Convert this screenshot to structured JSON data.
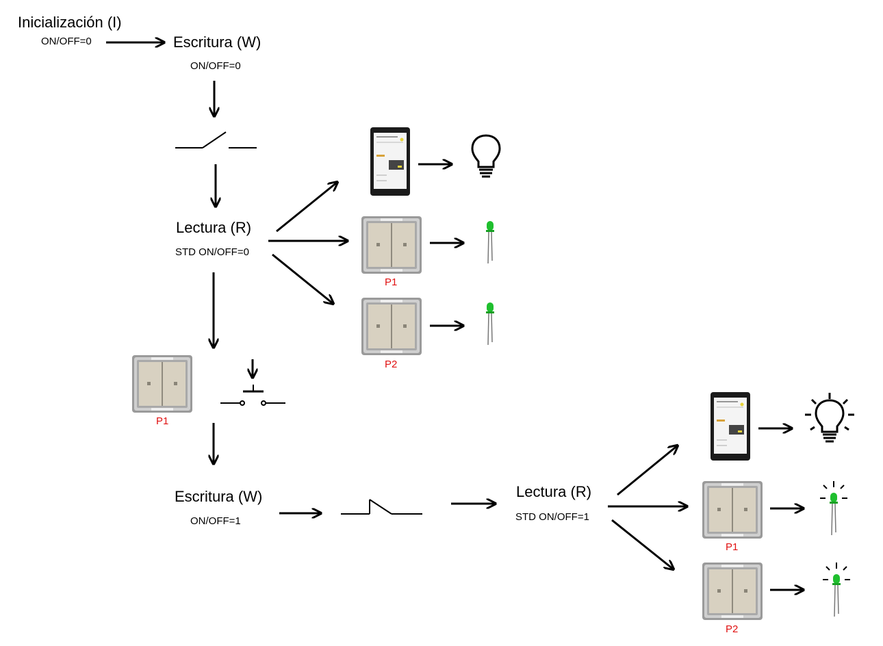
{
  "labels": {
    "init_title": "Inicialización (I)",
    "init_value": "ON/OFF=0",
    "write1_title": "Escritura (W)",
    "write1_value": "ON/OFF=0",
    "read1_title": "Lectura (R)",
    "read1_value": "STD ON/OFF=0",
    "p1_top": "P1",
    "p2_top": "P2",
    "p1_left": "P1",
    "write2_title": "Escritura (W)",
    "write2_value": "ON/OFF=1",
    "read2_title": "Lectura (R)",
    "read2_value": "STD ON/OFF=1",
    "p1_bottom": "P1",
    "p2_bottom": "P2"
  },
  "colors": {
    "ink": "#000000",
    "switch_face": "#d6cfbe",
    "switch_frame": "#8a8a8a",
    "led": "#1fbf2e",
    "label_red": "#e01010",
    "panel": "#1b1b1b"
  },
  "icons": [
    "arrow-icon",
    "open-switch-icon",
    "pushbutton-icon",
    "closed-switch-icon",
    "touch-panel-icon",
    "bulb-off-icon",
    "bulb-on-icon",
    "wall-switch-icon",
    "led-off-icon",
    "led-on-icon"
  ]
}
